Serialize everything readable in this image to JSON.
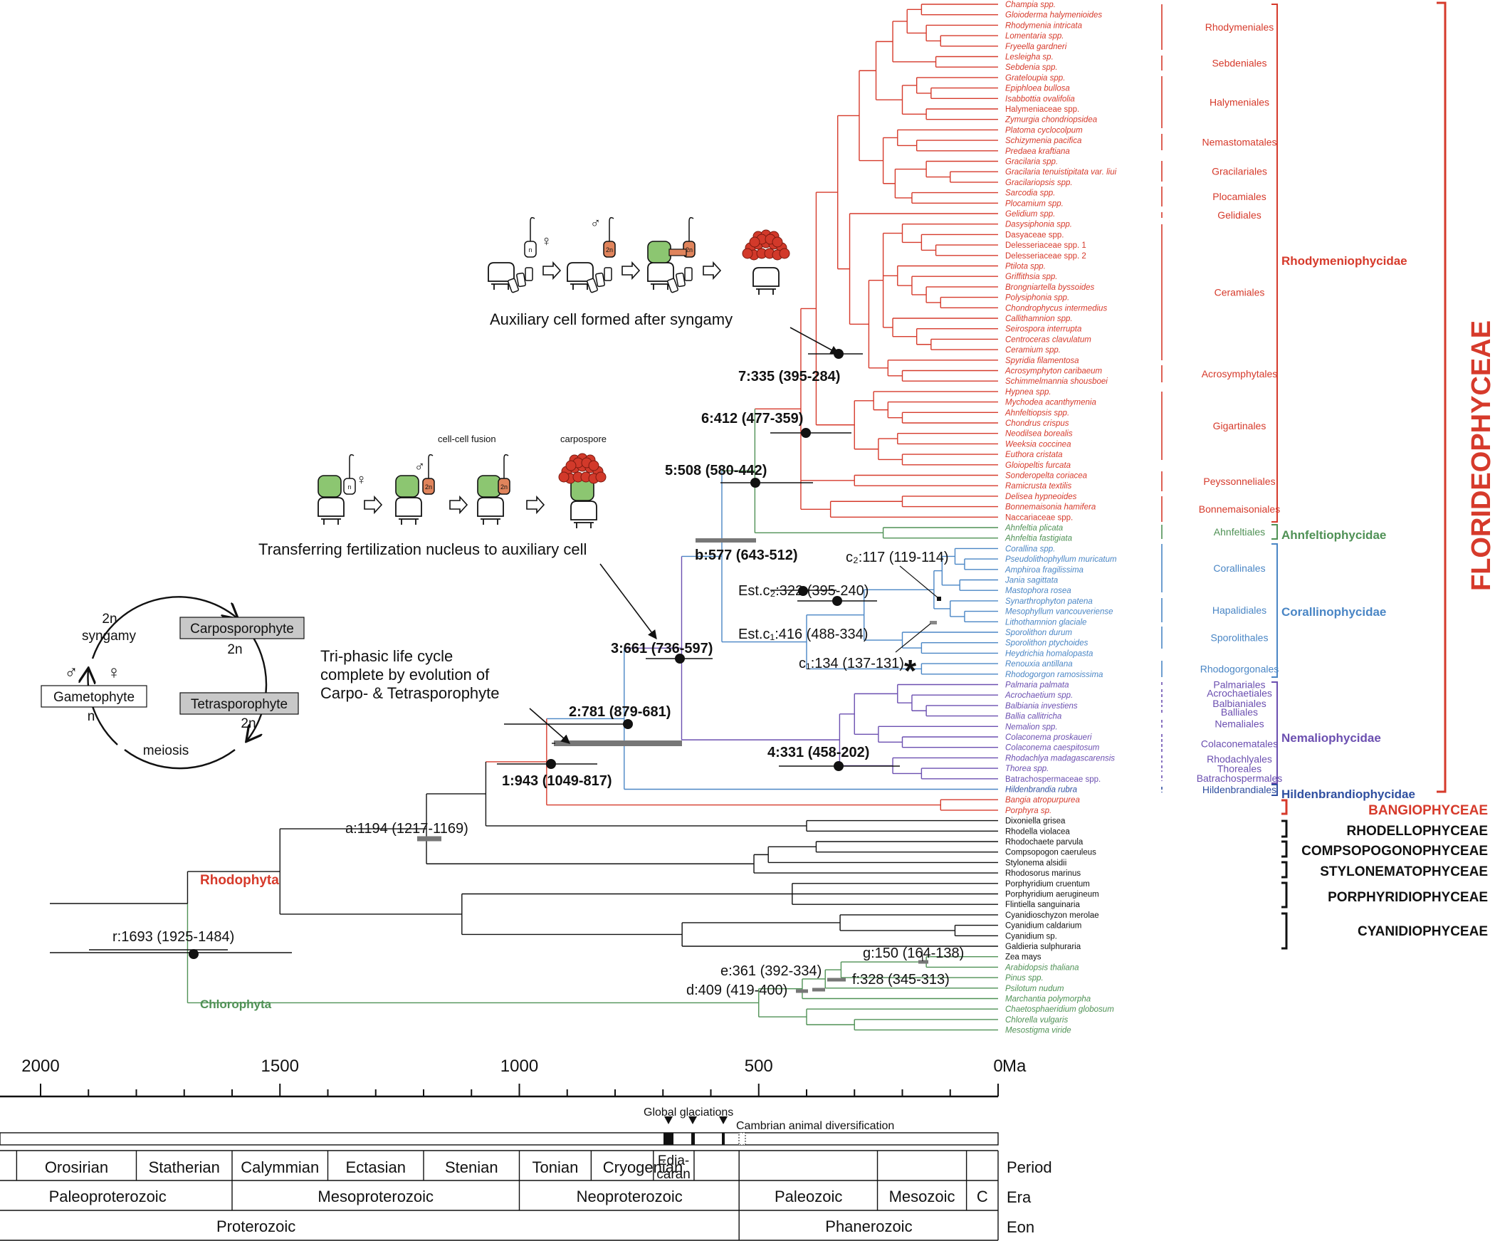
{
  "axis": {
    "ticks": [
      {
        "label": "2000",
        "ma": 2000
      },
      {
        "label": "1500",
        "ma": 1500
      },
      {
        "label": "1000",
        "ma": 1000
      },
      {
        "label": "500",
        "ma": 500
      },
      {
        "label": "0",
        "ma": 0
      }
    ],
    "unit": "Ma",
    "event_global_glaciations": "Global glaciations",
    "event_cambrian": "Cambrian animal diversification"
  },
  "periods": [
    "Orosirian",
    "Statherian",
    "Calymmian",
    "Ectasian",
    "Stenian",
    "Tonian",
    "Cryogenian",
    "Edia-",
    "caran"
  ],
  "eras": [
    "Paleoproterozoic",
    "Mesoproterozoic",
    "Neoproterozoic",
    "Paleozoic",
    "Mesozoic",
    "C"
  ],
  "eons": [
    "Proterozoic",
    "Phanerozoic"
  ],
  "row_labels": {
    "period": "Period",
    "era": "Era",
    "eon": "Eon"
  },
  "colors": {
    "red": "#d63a2b",
    "green": "#4f9155",
    "blue": "#4a86c5",
    "purple": "#6b4fb0",
    "navy": "#2f4fa0",
    "black": "#111111",
    "cell_green": "#8cc671",
    "cell_orange": "#e0845c",
    "spore_red": "#d2392a",
    "box_gray": "#c8c8c8"
  },
  "taxa": [
    "Champia spp.",
    "Gloioderma halymenioides",
    "Rhodymenia intricata",
    "Lomentaria spp.",
    "Fryeella gardneri",
    "Lesleigha sp.",
    "Sebdenia spp.",
    "Grateloupia spp.",
    "Epiphloea bullosa",
    "Isabbottia ovalifolia",
    "Halymeniaceae spp.",
    "Zymurgia chondriopsidea",
    "Platoma cyclocolpum",
    "Schizymenia pacifica",
    "Predaea kraftiana",
    "Gracilaria spp.",
    "Gracilaria tenuistipitata var. liui",
    "Gracilariopsis spp.",
    "Sarcodia spp.",
    "Plocamium spp.",
    "Gelidium spp.",
    "Dasysiphonia spp.",
    "Dasyaceae spp.",
    "Delesseriaceae spp. 1",
    "Delesseriaceae spp. 2",
    "Ptilota spp.",
    "Griffithsia spp.",
    "Brongniartella byssoides",
    "Polysiphonia spp.",
    "Chondrophycus intermedius",
    "Callithamnion spp.",
    "Seirospora interrupta",
    "Centroceras clavulatum",
    "Ceramium spp.",
    "Spyridia filamentosa",
    "Acrosymphyton caribaeum",
    "Schimmelmannia shousboei",
    "Hypnea spp.",
    "Mychodea acanthymenia",
    "Ahnfeltiopsis spp.",
    "Chondrus crispus",
    "Neodilsea borealis",
    "Weeksia coccinea",
    "Euthora cristata",
    "Gloiopeltis furcata",
    "Sonderopelta coriacea",
    "Ramicrusta textilis",
    "Delisea hypneoides",
    "Bonnemaisonia hamifera",
    "Naccariaceae spp.",
    "Ahnfeltia plicata",
    "Ahnfeltia fastigiata",
    "Corallina spp.",
    "Pseudolithophyllum muricatum",
    "Amphiroa fragilissima",
    "Jania sagittata",
    "Mastophora rosea",
    "Synarthrophyton patena",
    "Mesophyllum vancouveriense",
    "Lithothamnion glaciale",
    "Sporolithon durum",
    "Sporolithon ptychoides",
    "Heydrichia homalopasta",
    "Renouxia antillana",
    "Rhodogorgon ramosissima",
    "Palmaria palmata",
    "Acrochaetium spp.",
    "Balbiania investiens",
    "Ballia callitricha",
    "Nemalion spp.",
    "Colaconema proskaueri",
    "Colaconema caespitosum",
    "Rhodachlya madagascarensis",
    "Thorea spp.",
    "Batrachospermaceae spp.",
    "Hildenbrandia rubra",
    "Bangia atropurpurea",
    "Porphyra sp.",
    "Dixoniella grisea",
    "Rhodella violacea",
    "Rhodochaete parvula",
    "Compsopogon caeruleus",
    "Stylonema alsidii",
    "Rhodosorus marinus",
    "Porphyridium cruentum",
    "Porphyridium aerugineum",
    "Flintiella sanguinaria",
    "Cyanidioschyzon merolae",
    "Cyanidium caldarium",
    "Cyanidium sp.",
    "Galdieria sulphuraria",
    "Zea mays",
    "Arabidopsis thaliana",
    "Pinus spp.",
    "Psilotum nudum",
    "Marchantia polymorpha",
    "Chaetosphaeridium globosum",
    "Chlorella vulgaris",
    "Mesostigma viride"
  ],
  "orders": [
    "Rhodymeniales",
    "Sebdeniales",
    "Halymeniales",
    "Nemastomatales",
    "Gracilariales",
    "Plocamiales",
    "Gelidiales",
    "Ceramiales",
    "Acrosymphytales",
    "Gigartinales",
    "Peyssonneliales",
    "Bonnemaisoniales",
    "Ahnfeltiales",
    "Corallinales",
    "Hapalidiales",
    "Sporolithales",
    "Rhodogorgonales",
    "Palmariales",
    "Acrochaetiales",
    "Balbianiales",
    "Balliales",
    "Nemaliales",
    "Colaconematales",
    "Rhodachlyales",
    "Thoreales",
    "Batrachospermales",
    "Hildenbrandiales"
  ],
  "subclasses": [
    "Rhodymeniophycidae",
    "Ahnfeltiophycidae",
    "Corallinophycidae",
    "Nemaliophycidae",
    "Hildenbrandiophycidae"
  ],
  "classes": [
    "FLORIDEOPHYCEAE",
    "BANGIOPHYCEAE",
    "RHODELLOPHYCEAE",
    "COMPSOPOGONOPHYCEAE",
    "STYLONEMATOPHYCEAE",
    "PORPHYRIDIOPHYCEAE",
    "CYANIDIOPHYCEAE"
  ],
  "phyla": [
    "Rhodophyta",
    "Chlorophyta"
  ],
  "nodes": [
    "7:335 (395-284)",
    "6:412 (477-359)",
    "5:508 (580-442)",
    "b:577 (643-512)",
    "3:661 (736-597)",
    "2:781 (879-681)",
    "1:943 (1049-817)",
    "4:331 (458-202)",
    "a:1194 (1217-1169)",
    "r:1693 (1925-1484)",
    "c2:117 (119-114)",
    "Est.c2:322 (395-240)",
    "Est.c1:416 (488-334)",
    "c1:134 (137-131)",
    "g:150 (164-138)",
    "e:361 (392-334)",
    "f:328 (345-313)",
    "d:409 (419-400)"
  ],
  "annotations": {
    "aux_after": "Auxiliary cell formed after syngamy",
    "transfer": "Transferring fertilization nucleus to auxiliary cell",
    "triphasic_1": "Tri-phasic life cycle",
    "triphasic_2": "complete by evolution of",
    "triphasic_3": "Carpo- & Tetrasporophyte",
    "cell_fusion": "cell-cell fusion",
    "carpospore": "carpospore",
    "asterisk": "*"
  },
  "life_cycle": {
    "syngamy_ploidy": "2n",
    "syngamy": "syngamy",
    "carposporophyte": "Carposporophyte",
    "carpo_ploidy": "2n",
    "gametophyte": "Gametophyte",
    "gameto_ploidy": "n",
    "tetrasporophyte": "Tetrasporophyte",
    "tetra_ploidy": "2n",
    "meiosis": "meiosis",
    "male": "♂",
    "female": "♀",
    "n": "n",
    "twon": "2n"
  }
}
